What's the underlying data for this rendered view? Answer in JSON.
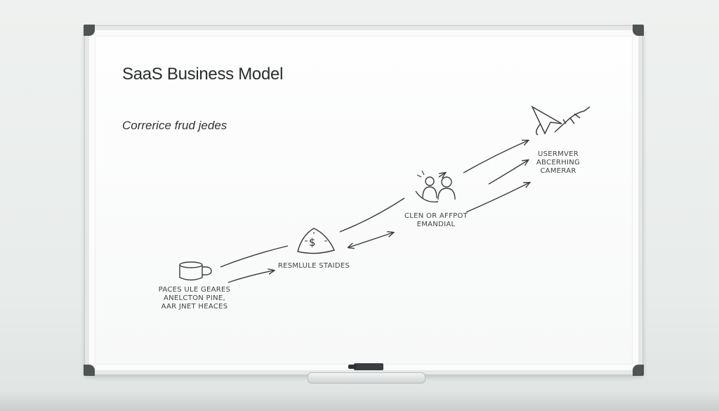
{
  "board": {
    "title": "SaaS Business Model",
    "subtitle": "Correrice frud jedes"
  },
  "nodes": [
    {
      "id": "cup",
      "icon": "cup-icon",
      "lines": [
        "PACES ULE GEARES",
        "ANELCTON PINE,",
        "AAR JNET HEACES"
      ]
    },
    {
      "id": "revenue",
      "icon": "dollar-shield-icon",
      "lines": [
        "RESMLULE STAIDES"
      ]
    },
    {
      "id": "client",
      "icon": "people-icon",
      "lines": [
        "CLEN OR AFFPOT",
        "EMANDIAL"
      ]
    },
    {
      "id": "growth",
      "icon": "rocket-arrow-icon",
      "lines": [
        "USERMVER",
        "ABCERHING",
        "CAMERAR"
      ]
    }
  ],
  "colors": {
    "ink": "#3a3d3f",
    "board": "#fbfbfa",
    "frame": "#e6e8e8"
  }
}
